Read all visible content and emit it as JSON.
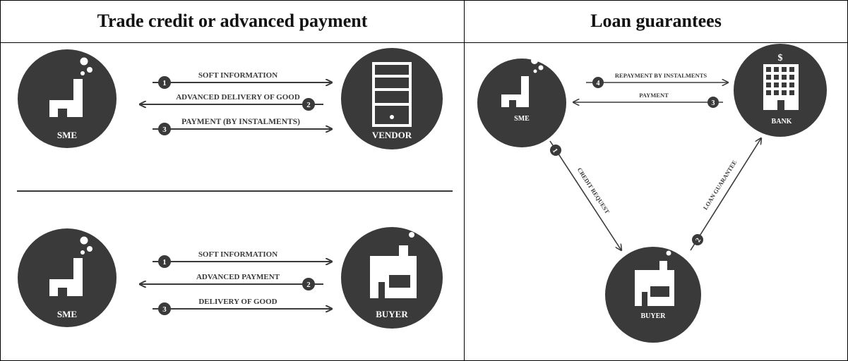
{
  "columns": {
    "left_title": "Trade credit or advanced payment",
    "right_title": "Loan guarantees"
  },
  "diagram_vendor": {
    "left_node": "SME",
    "right_node": "VENDOR",
    "flows": [
      {
        "num": "1",
        "label": "SOFT INFORMATION"
      },
      {
        "num": "2",
        "label": "ADVANCED DELIVERY OF GOOD"
      },
      {
        "num": "3",
        "label": "PAYMENT (BY INSTALMENTS)"
      }
    ]
  },
  "diagram_buyer": {
    "left_node": "SME",
    "right_node": "BUYER",
    "flows": [
      {
        "num": "1",
        "label": "SOFT INFORMATION"
      },
      {
        "num": "2",
        "label": "ADVANCED PAYMENT"
      },
      {
        "num": "3",
        "label": "DELIVERY OF GOOD"
      }
    ]
  },
  "diagram_loan": {
    "sme_node": "SME",
    "bank_node": "BANK",
    "buyer_node": "BUYER",
    "bank_symbol": "$",
    "flows": [
      {
        "num": "4",
        "label": "REPAYMENT BY INSTALMENTS"
      },
      {
        "num": "3",
        "label": "PAYMENT"
      },
      {
        "num": "1",
        "label": "CREDIT REQUEST"
      },
      {
        "num": "2",
        "label": "LOAN GUARANTEE"
      }
    ]
  },
  "colors": {
    "node_fill": "#3a3a3a",
    "arrow": "#3a3a3a",
    "icon": "#ffffff"
  }
}
